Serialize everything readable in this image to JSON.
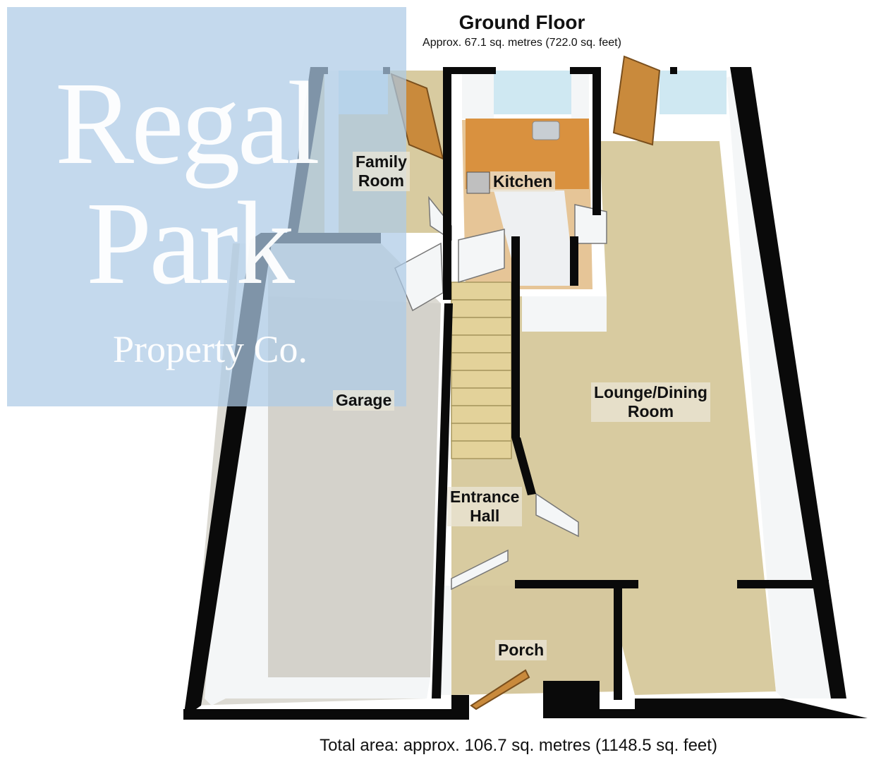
{
  "header": {
    "title": "Ground Floor",
    "subtitle": "Approx. 67.1 sq. metres (722.0 sq. feet)"
  },
  "footer": {
    "total": "Total area: approx. 106.7 sq. metres (1148.5 sq. feet)"
  },
  "rooms": {
    "family_room": "Family\nRoom",
    "kitchen": "Kitchen",
    "garage": "Garage",
    "lounge_dining": "Lounge/Dining\nRoom",
    "entrance_hall": "Entrance\nHall",
    "porch": "Porch"
  },
  "logo": {
    "line1": "Regal",
    "line2": "Park",
    "line3": "Property Co."
  },
  "colors": {
    "wall": "#0a0a0a",
    "carpet": "#d8cba0",
    "kitchen_floor": "#e8c79a",
    "garage_floor": "#d9d7d0",
    "tile": "#eef0f2",
    "logo_box": "#adcbe6"
  }
}
